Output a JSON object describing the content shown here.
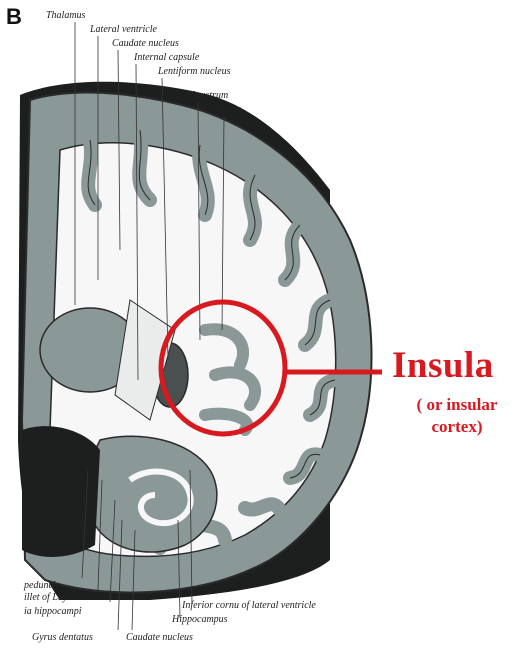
{
  "panel_letter": "B",
  "top_labels": {
    "thalamus": "Thalamus",
    "lateral_ventricle": "Lateral ventricle",
    "caudate_nucleus": "Caudate nucleus",
    "internal_capsule": "Internal capsule",
    "lentiform_nucleus": "Lentiform nucleus",
    "claustrum": "Claustrum",
    "insula": "Insula"
  },
  "bottom_labels": {
    "peduncle": "peduncle",
    "fillet": "illet of Luys",
    "pes_hippocampi": "ia hippocampi",
    "gyrus_dentatus": "Gyrus dentatus",
    "caudate_nucleus_tail": "Caudate nucleus",
    "inferior_cornu": "Inferior cornu of lateral ventricle",
    "hippocampus": "Hippocampus"
  },
  "callout": {
    "title": "Insula",
    "subtitle_line1": "( or insular",
    "subtitle_line2": "cortex)"
  },
  "colors": {
    "highlight": "#d8191f",
    "cortex": "#8a9898",
    "white_matter": "#f6f7f6",
    "dark_tissue": "#1d1f1f",
    "outline": "#2a2a2a"
  }
}
